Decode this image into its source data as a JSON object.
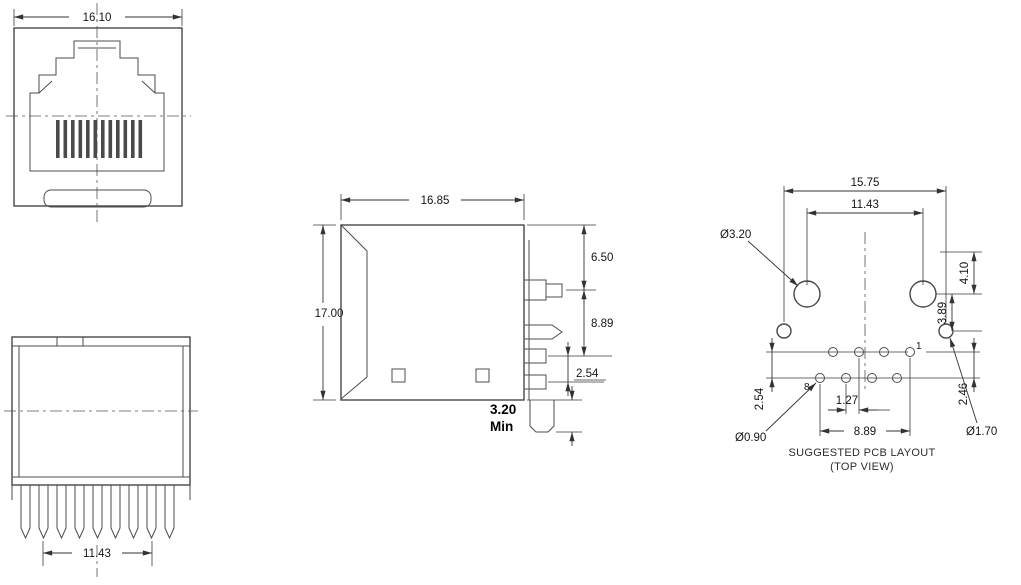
{
  "front_view": {
    "width_dim": "16.10"
  },
  "bottom_view": {
    "pin_span_dim": "11.43"
  },
  "side_view": {
    "depth_dim": "16.85",
    "height_dim": "17.00",
    "pin_offset_dim": "6.50",
    "pin_drop_dim": "8.89",
    "pin_pitch_dim": "2.54",
    "peg_dim": "3.20",
    "peg_min_label": "Min"
  },
  "pcb_layout": {
    "outer_span_dim": "15.75",
    "post_span_dim": "11.43",
    "post_dia_label": "Ø3.20",
    "dim_4_10": "4.10",
    "dim_3_89": "3.89",
    "dim_2_46": "2.46",
    "row_pitch_dim": "2.54",
    "col_pitch_dim": "1.27",
    "pin_field_dim": "8.89",
    "pin_hole_dia_label": "Ø0.90",
    "shield_hole_dia_label": "Ø1.70",
    "pin1_label": "1",
    "pin8_label": "8",
    "caption_line1": "SUGGESTED PCB LAYOUT",
    "caption_line2": "(TOP VIEW)"
  }
}
